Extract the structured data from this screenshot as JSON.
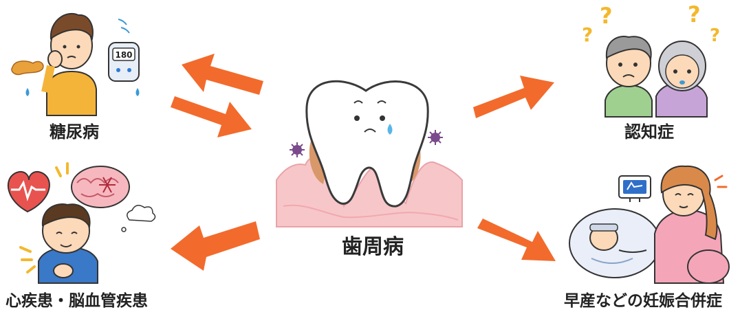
{
  "center": {
    "label": "歯周病"
  },
  "conditions": {
    "diabetes": {
      "label": "糖尿病",
      "glucose_reading": "180"
    },
    "dementia": {
      "label": "認知症",
      "question_mark": "?"
    },
    "heart_brain": {
      "label": "心疾患・脳血管疾患"
    },
    "pregnancy": {
      "label": "早産などの妊娠合併症"
    }
  },
  "colors": {
    "arrow": "#f26b2c",
    "gum": "#f7c6c9",
    "tooth": "#ffffff",
    "plaque": "#7a4a8c",
    "shirt_yellow": "#f4b43a",
    "heart_red": "#e8534f"
  }
}
